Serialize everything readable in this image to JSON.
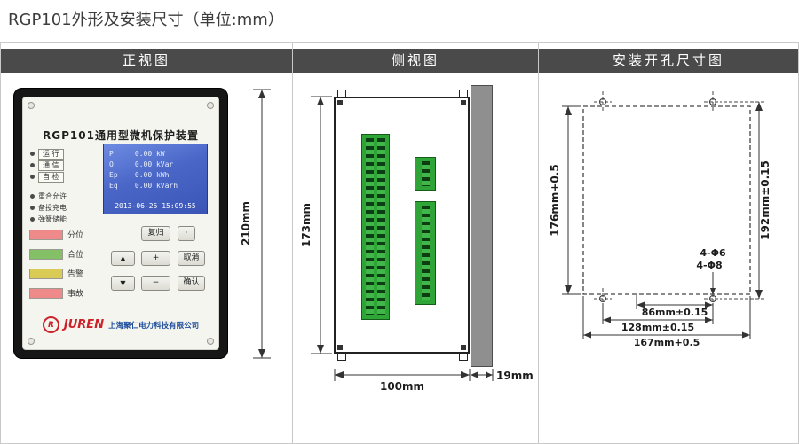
{
  "page": {
    "title": "RGP101外形及安装尺寸（单位:mm）"
  },
  "panels": {
    "front": "正视图",
    "side": "侧视图",
    "install": "安装开孔尺寸图"
  },
  "device": {
    "model_title": "RGP101通用型微机保护装置",
    "leds": [
      "运 行",
      "通 信",
      "自 检",
      "重合允许",
      "备投充电",
      "弹簧储能"
    ],
    "lcd": [
      "P     0.00 kW",
      "Q     0.00 kVar",
      "Ep    0.00 kWh",
      "Eq    0.00 kVarh",
      "2013-06-25 15:09:55"
    ],
    "keys": [
      "复归",
      "·",
      "▲",
      "+",
      "取消",
      "▼",
      "−",
      "确认"
    ],
    "status": [
      "分位",
      "合位",
      "告警",
      "事故"
    ],
    "brand": {
      "letter": "R",
      "name": "JUREN",
      "company": "上海聚仁电力科技有限公司"
    }
  },
  "dims": {
    "front_height": "210mm",
    "side_height": "173mm",
    "side_width": "100mm",
    "side_depth": "19mm",
    "cutout_height": "176mm+0.5",
    "hole_span_v": "192mm±0.15",
    "holes_front": "4-Φ6",
    "holes_back": "4-Φ8",
    "span_a": "86mm±0.15",
    "span_b": "128mm±0.15",
    "cutout_width": "167mm+0.5"
  },
  "colors": {
    "header_bg": "#4a4a4a",
    "device_body": "#161616",
    "lcd_blue": "#4a67c8",
    "terminal_green": "#2fa437",
    "plate_gray": "#8f8f8f",
    "brand_red": "#cc2229",
    "company_blue": "#1f4e9c",
    "chip_trip": "#ef8a8a",
    "chip_close": "#84c166",
    "chip_alarm": "#d9cb55",
    "chip_fault": "#ef8a8a"
  }
}
